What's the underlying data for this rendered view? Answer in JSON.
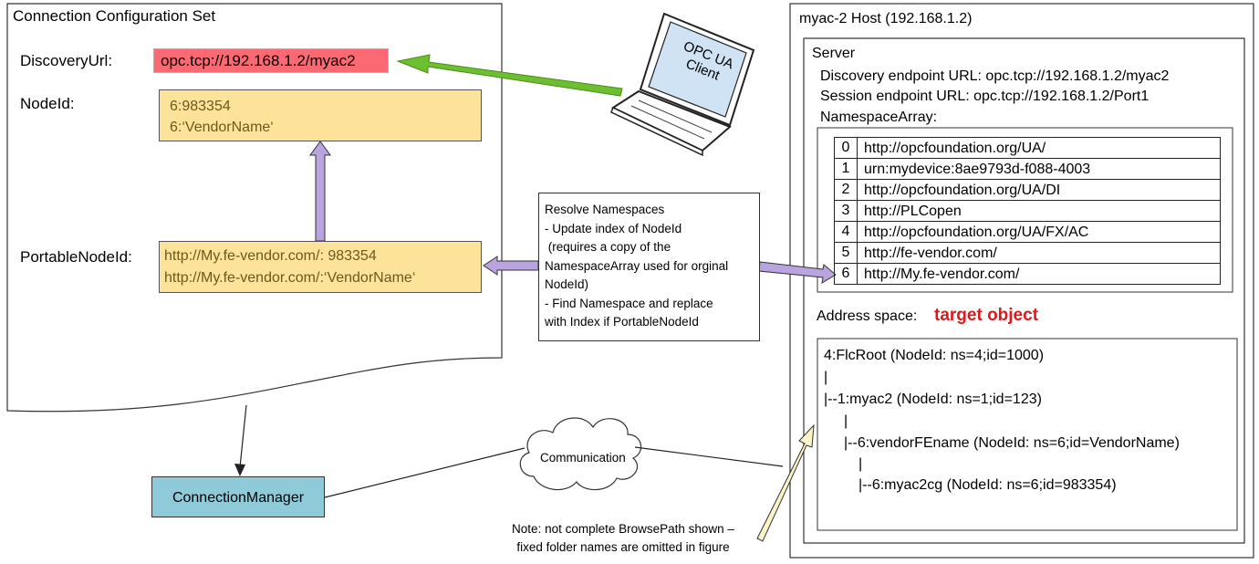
{
  "config_set": {
    "title": "Connection Configuration Set",
    "discovery_label": "DiscoveryUrl:",
    "discovery_value": "opc.tcp://192.168.1.2/myac2",
    "nodeid_label": "NodeId:",
    "nodeid_lines": [
      "6:983354",
      "6:‘VendorName‘"
    ],
    "portable_label": "PortableNodeId:",
    "portable_lines": [
      "http://My.fe-vendor.com/: 983354",
      "http://My.fe-vendor.com/:‘VendorName‘"
    ]
  },
  "client": {
    "label_line1": "OPC UA",
    "label_line2": "Client"
  },
  "resolve_box": {
    "lines": [
      "Resolve Namespaces",
      "- Update index of NodeId",
      " (requires a copy of the",
      "NamespaceArray used for orginal",
      "NodeId)",
      "- Find Namespace and replace",
      "with Index if PortableNodeId"
    ]
  },
  "connection_manager": {
    "label": "ConnectionManager"
  },
  "communication": {
    "label": "Communication"
  },
  "note": {
    "line1": "Note: not complete BrowsePath shown –",
    "line2": "fixed folder names are omitted in figure"
  },
  "host": {
    "title": "myac-2 Host (192.168.1.2)",
    "server_label": "Server",
    "discovery_line": "Discovery endpoint URL:  opc.tcp://192.168.1.2/myac2",
    "session_line": "Session endpoint URL:  opc.tcp://192.168.1.2/Port1",
    "ns_label": "NamespaceArray:",
    "namespace_array": [
      {
        "index": "0",
        "uri": "http://opcfoundation.org/UA/"
      },
      {
        "index": "1",
        "uri": "urn:mydevice:8ae9793d-f088-4003"
      },
      {
        "index": "2",
        "uri": "http://opcfoundation.org/UA/DI"
      },
      {
        "index": "3",
        "uri": "http://PLCopen"
      },
      {
        "index": "4",
        "uri": "http://opcfoundation.org/UA/FX/AC"
      },
      {
        "index": "5",
        "uri": "http://fe-vendor.com/"
      },
      {
        "index": "6",
        "uri": "http://My.fe-vendor.com/"
      }
    ],
    "address_label": "Address space:",
    "target_label": "target object",
    "tree_lines": [
      "4:FlcRoot (NodeId: ns=4;id=1000)",
      "|",
      "|--1:myac2 (NodeId: ns=1;id=123)",
      "|",
      "|--6:vendorFEname (NodeId: ns=6;id=VendorName)",
      "|",
      "|--6:myac2cg (NodeId: ns=6;id=983354)"
    ]
  },
  "colors": {
    "green_arrow": "#6cbf2e",
    "purple_arrow": "#b9a4df",
    "cream_arrow": "#fdf3c8",
    "orange_box": "#fde29a",
    "red_box": "#fb6a73",
    "manager_box": "#8fcad8",
    "target_text": "#e0181b"
  }
}
